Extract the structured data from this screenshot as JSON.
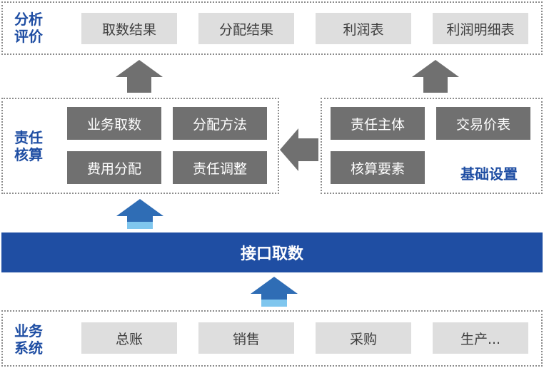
{
  "analysis": {
    "label_line1": "分析",
    "label_line2": "评价",
    "items": [
      "取数结果",
      "分配结果",
      "利润表",
      "利润明细表"
    ]
  },
  "accounting": {
    "label_line1": "责任",
    "label_line2": "核算",
    "items": [
      "业务取数",
      "分配方法",
      "费用分配",
      "责任调整"
    ]
  },
  "basic_settings": {
    "label": "基础设置",
    "items": [
      "责任主体",
      "交易价表",
      "核算要素"
    ]
  },
  "interface": {
    "label": "接口取数"
  },
  "business_systems": {
    "label_line1": "业务",
    "label_line2": "系统",
    "items": [
      "总账",
      "销售",
      "采购",
      "生产..."
    ]
  },
  "colors": {
    "accent_blue": "#1f4ea3",
    "arrow_blue": "#2f6db5",
    "arrow_light_blue": "#7fc6ee",
    "dark_box": "#707070",
    "light_box": "#dedede",
    "grey_arrow": "#707070"
  }
}
